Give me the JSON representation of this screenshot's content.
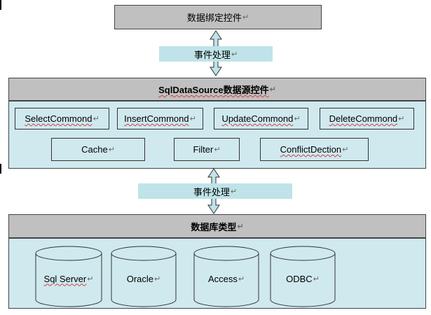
{
  "top_box": {
    "label": "数据绑定控件"
  },
  "event_label_top": "事件处理",
  "sqlds": {
    "title": "SqlDataSource数据源控件",
    "commands": [
      "SelectCommond",
      "InsertCommond",
      "UpdateCommond",
      "DeleteCommond"
    ],
    "features": [
      "Cache",
      "Filter",
      "ConflictDection"
    ]
  },
  "event_label_bottom": "事件处理",
  "db": {
    "title": "数据库类型",
    "types": [
      "Sql Server",
      "Oracle",
      "Access",
      "ODBC"
    ]
  },
  "return_mark": "↵",
  "colors": {
    "header_grey": "#c0c0c0",
    "panel_fill": "#cfe9ef",
    "event_label_fill": "#bfe3e8"
  }
}
